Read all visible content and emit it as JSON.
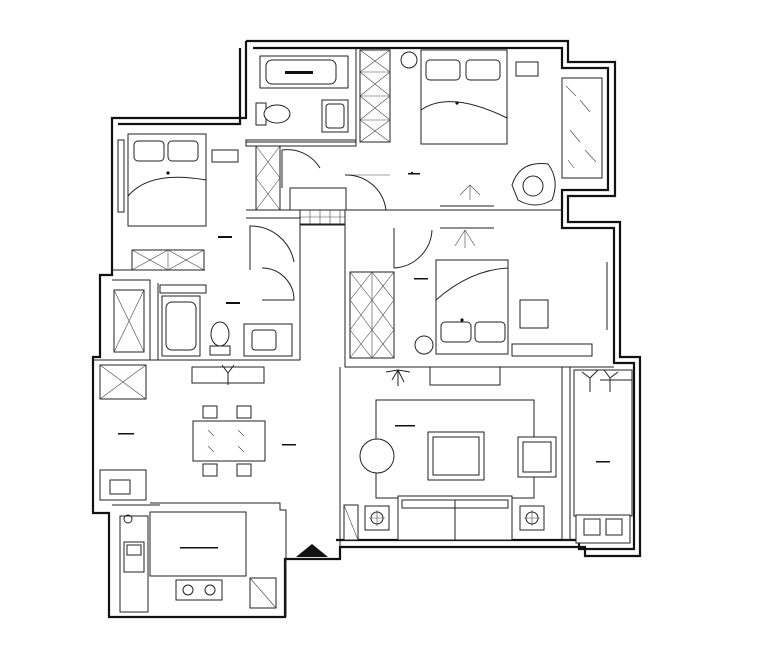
{
  "plan": {
    "background": "#ffffff",
    "line_color": "#111111",
    "rooms": [
      {
        "id": "master-bedroom",
        "name": ""
      },
      {
        "id": "bedroom-west",
        "name": ""
      },
      {
        "id": "bedroom-east",
        "name": ""
      },
      {
        "id": "bathroom-north",
        "name": ""
      },
      {
        "id": "bathroom-west",
        "name": ""
      },
      {
        "id": "dining-room",
        "name": ""
      },
      {
        "id": "living-room",
        "name": ""
      },
      {
        "id": "kitchen",
        "name": ""
      },
      {
        "id": "balcony-east",
        "name": ""
      },
      {
        "id": "balcony-west",
        "name": ""
      },
      {
        "id": "corridor",
        "name": ""
      }
    ],
    "icons": [
      "bed-icon",
      "toilet-icon",
      "bathtub-icon",
      "sink-icon",
      "sofa-icon",
      "table-icon",
      "chair-icon",
      "plant-icon",
      "stove-icon",
      "wardrobe-icon",
      "door-swing-icon",
      "lamp-icon"
    ]
  }
}
